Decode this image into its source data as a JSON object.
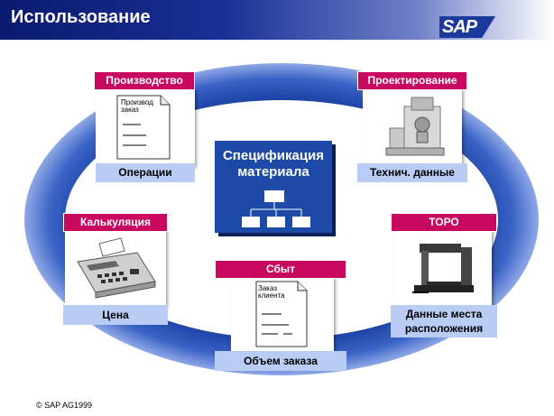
{
  "header": {
    "title": "Использование",
    "logo": "SAP"
  },
  "center": {
    "title": "Спецификация материала"
  },
  "nodes": {
    "production": {
      "tag": "Производство",
      "label": "Операции",
      "doc_text": "Производ заказ"
    },
    "design": {
      "tag": "Проектирование",
      "label": "Технич. данные"
    },
    "costing": {
      "tag": "Калькуляция",
      "label": "Цена"
    },
    "toro": {
      "tag": "ТОРО",
      "label": "Данные места расположения"
    },
    "sales": {
      "tag": "Сбыт",
      "label": "Объем заказа",
      "doc_text": "Заказ клиента"
    }
  },
  "footer": {
    "copyright": "SAP AG1999"
  },
  "colors": {
    "header_dark": "#0a1a6e",
    "tag": "#c8075e",
    "label": "#b8ccf4",
    "center": "#1c4aa6",
    "ring": "#2e55b8"
  }
}
